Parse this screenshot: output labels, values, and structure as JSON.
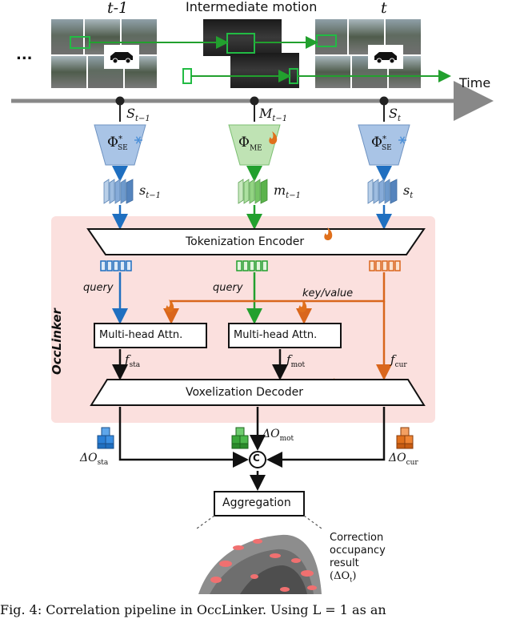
{
  "top": {
    "dots": "...",
    "t_prev": "t-1",
    "intermediate": "Intermediate motion",
    "t_cur": "t",
    "time": "Time"
  },
  "inputs": {
    "s_prev": "S",
    "s_prev_sub": "t−1",
    "m_prev": "M",
    "m_prev_sub": "t−1",
    "s_cur": "S",
    "s_cur_sub": "t"
  },
  "encoders": {
    "se_left": "Φ",
    "se_left_sup": "*",
    "se_left_sub": "SE",
    "me": "Φ",
    "me_sub": "ME",
    "se_right": "Φ",
    "se_right_sup": "*",
    "se_right_sub": "SE"
  },
  "features": {
    "s_prev": "s",
    "s_prev_sub": "t−1",
    "m_prev": "m",
    "m_prev_sub": "t−1",
    "s_cur": "s",
    "s_cur_sub": "t"
  },
  "occlinker": {
    "name": "OccLinker",
    "tokenization_encoder": "Tokenization Encoder",
    "query_left": "query",
    "query_mid": "query",
    "key_value": "key/value",
    "attn_left": "Multi-head Attn.",
    "attn_right": "Multi-head Attn.",
    "f_sta": "f",
    "f_sta_sub": "sta",
    "f_mot": "f",
    "f_mot_sub": "mot",
    "f_cur": "f",
    "f_cur_sub": "cur",
    "voxelization_decoder": "Voxelization Decoder"
  },
  "outputs": {
    "o_sta": "ΔO",
    "o_sta_sub": "sta",
    "o_mot": "ΔO",
    "o_mot_sub": "mot",
    "o_cur": "ΔO",
    "o_cur_sub": "cur",
    "concat": "C",
    "aggregation": "Aggregation",
    "result_line1": "Correction",
    "result_line2": "occupancy",
    "result_line3": "result",
    "result_line4": "(ΔO",
    "result_line4_sub": "t",
    "result_line4_end": ")"
  },
  "caption": "Fig. 4: Correlation pipeline in OccLinker. Using L = 1 as an",
  "colors": {
    "blue": "#1f6fc0",
    "green": "#22a02e",
    "orange": "#d9661c",
    "panel": "#fbe0de",
    "timeline": "#888888",
    "se_fill": "#a9c4e6",
    "me_fill": "#bfe3b4",
    "frame_box": "#22bb44"
  }
}
